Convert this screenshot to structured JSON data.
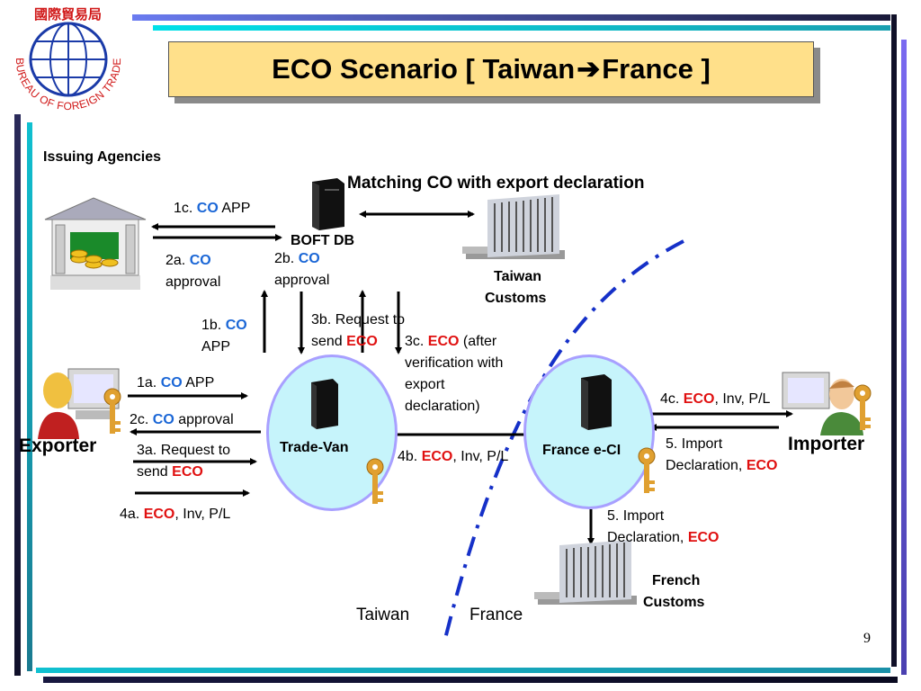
{
  "logo": {
    "chinese": "國際貿易局",
    "english": "BUREAU OF FOREIGN TRADE"
  },
  "title": {
    "pre": "ECO Scenario [ Taiwan ",
    "arrow": "➔",
    "post": " France ]"
  },
  "issuing_agencies": "Issuing Agencies",
  "matching": "Matching CO with export declaration",
  "boft_db": "BOFT DB",
  "taiwan_customs": [
    "Taiwan",
    "Customs"
  ],
  "trade_van": "Trade-Van",
  "france_ecl": "France e-CI",
  "exporter": "Exporter",
  "importer": "Importer",
  "french_customs": [
    "French",
    "Customs"
  ],
  "region_taiwan": "Taiwan",
  "region_france": "France",
  "page_number": "9",
  "steps": {
    "s1c": {
      "pre": "1c. ",
      "key": "CO",
      "post": " APP"
    },
    "s2a": {
      "pre": "2a. ",
      "key": "CO",
      "line2": "approval"
    },
    "s2b": {
      "pre": "2b. ",
      "key": "CO",
      "line2": "approval"
    },
    "s1b": {
      "pre": "1b. ",
      "key": "CO",
      "line2": "APP"
    },
    "s3b": {
      "line1": "3b. Request to",
      "pre2": "send ",
      "key": "ECO"
    },
    "s3c": {
      "pre": "3c. ",
      "key": "ECO",
      "post": " (after",
      "line2": "verification with",
      "line3": "export",
      "line4": "declaration)"
    },
    "s1a": {
      "pre": "1a. ",
      "key": "CO",
      "post": " APP"
    },
    "s2c": {
      "pre": "2c. ",
      "key": "CO",
      "post": " approval"
    },
    "s3a": {
      "line1": "3a. Request to",
      "pre2": "send ",
      "key": "ECO"
    },
    "s4a": {
      "pre": "4a. ",
      "key": "ECO",
      "post": ", Inv, P/L"
    },
    "s4b": {
      "pre": "4b. ",
      "key": "ECO",
      "post": ", Inv, P/L"
    },
    "s4c": {
      "pre": "4c. ",
      "key": "ECO",
      "post": ", Inv, P/L"
    },
    "s5_imp": {
      "line1": "5. Import",
      "pre2": "Declaration, ",
      "key": "ECO"
    },
    "s5_fr": {
      "line1": "5. Import",
      "pre2": "Declaration, ",
      "key": "ECO"
    }
  },
  "colors": {
    "co": "#1a66d6",
    "eco": "#e01010",
    "title_bg": "#ffe08a",
    "node_fill": "#c6f4fb",
    "border_line": "#1530c8"
  }
}
